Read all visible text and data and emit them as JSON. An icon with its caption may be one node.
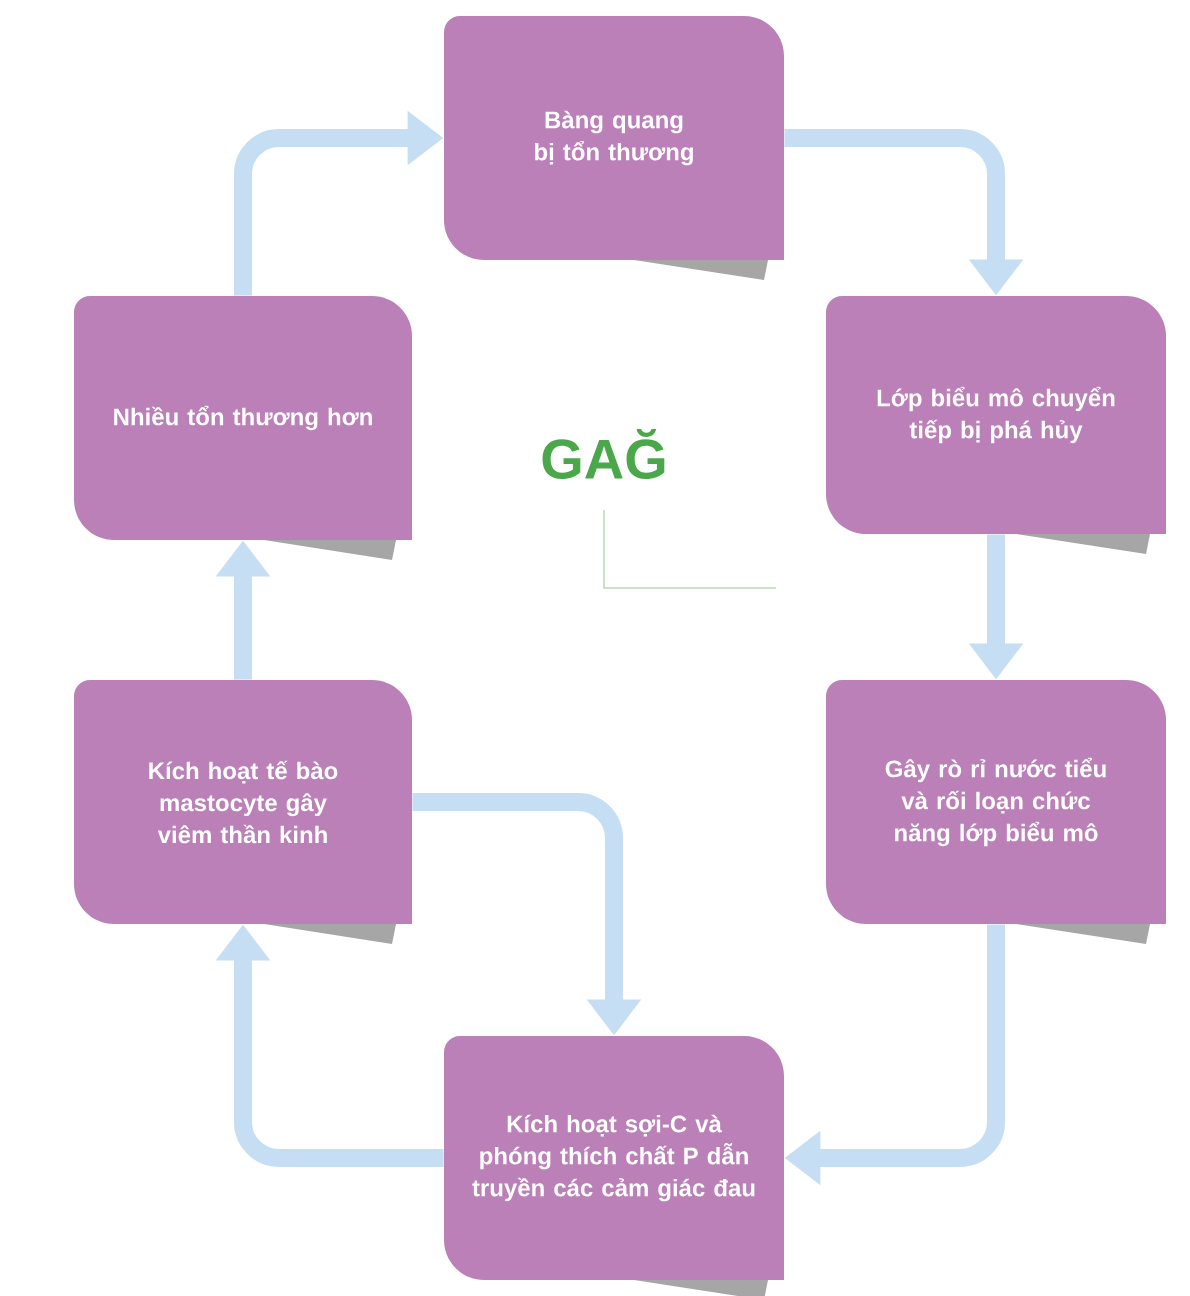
{
  "diagram": {
    "nodes": [
      {
        "text": [
          "Bàng quang bị tổn thương"
        ]
      },
      {
        "text": [
          "Lớp biểu mô chuyển tiếp bị phá hủy"
        ]
      },
      {
        "text": [
          "Gây rò rỉ nước tiểu và rối loạn chức năng lớp biểu mô"
        ]
      },
      {
        "text": [
          "Kích hoạt sợi-C và phóng thích chất P dẫn truyền các cảm giác đau"
        ]
      },
      {
        "text": [
          "Kích hoạt tế bào mastocyte gây viêm thần kinh"
        ]
      },
      {
        "text": [
          "Nhiều tổn thương hơn"
        ]
      }
    ],
    "edges": [
      {
        "from": 0,
        "to": 1,
        "arrow": "to"
      },
      {
        "from": 1,
        "to": 2,
        "arrow": "to"
      },
      {
        "from": 2,
        "to": 3,
        "arrow": "to"
      },
      {
        "from": 3,
        "to": 4,
        "arrow": "to"
      },
      {
        "from": 4,
        "to": 3,
        "arrow": "to"
      },
      {
        "from": 4,
        "to": 5,
        "arrow": "to"
      },
      {
        "from": 5,
        "to": 0,
        "arrow": "to"
      }
    ],
    "labels": [
      "GAĞ"
    ]
  }
}
